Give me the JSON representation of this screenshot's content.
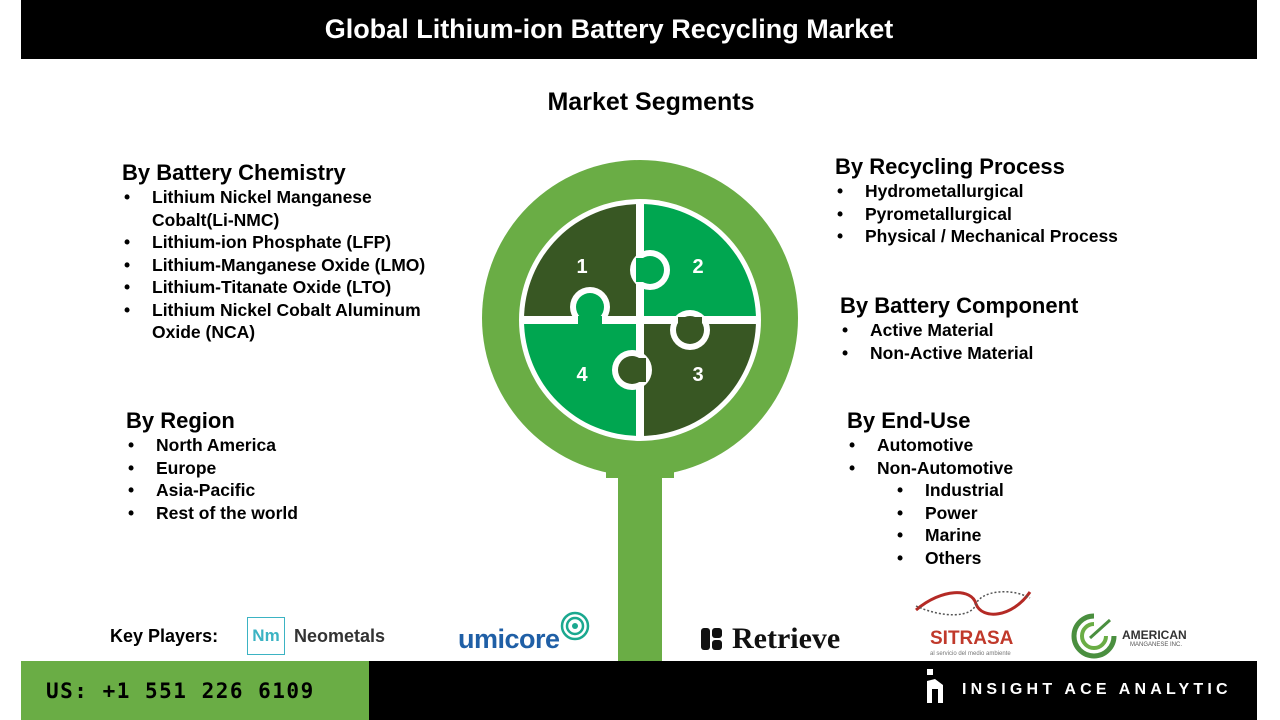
{
  "header": {
    "title": "Global Lithium-ion Battery Recycling Market"
  },
  "subtitle": "Market Segments",
  "puzzle": {
    "pieces": [
      "1",
      "2",
      "3",
      "4"
    ]
  },
  "segments": {
    "chemistry": {
      "heading": "By Battery Chemistry",
      "items": [
        "Lithium Nickel Manganese",
        "Cobalt(Li-NMC)",
        "Lithium-ion Phosphate (LFP)",
        "Lithium-Manganese Oxide (LMO)",
        "Lithium-Titanate Oxide (LTO)",
        "Lithium Nickel Cobalt Aluminum",
        "Oxide (NCA)"
      ]
    },
    "region": {
      "heading": "By Region",
      "items": [
        "North America",
        "Europe",
        "Asia-Pacific",
        "Rest of the world"
      ]
    },
    "process": {
      "heading": "By Recycling Process",
      "items": [
        "Hydrometallurgical",
        "Pyrometallurgical",
        "Physical / Mechanical Process"
      ]
    },
    "component": {
      "heading": "By Battery Component",
      "items": [
        "Active Material",
        "Non-Active Material"
      ]
    },
    "enduse": {
      "heading": "By End-Use",
      "items": [
        "Automotive",
        "Non-Automotive"
      ],
      "subitems": [
        "Industrial",
        "Power",
        "Marine",
        "Others"
      ]
    }
  },
  "players": {
    "label": "Key Players:",
    "neometals_mark": "Nm",
    "neometals": "Neometals",
    "umicore": "umicore",
    "retrieve": "Retrieve",
    "sitrasa": "SITRASA",
    "sitrasa_tagline": "al servicio del medio ambiente",
    "american_manganese": "AMERICAN",
    "american_manganese_sub": "MANGANESE INC."
  },
  "footer": {
    "phone": "US: +1 551 226 6109",
    "brand": "INSIGHT ACE ANALYTIC"
  },
  "colors": {
    "light_green": "#6aad45",
    "bright_green": "#00a650",
    "dark_green": "#385723",
    "black": "#000000"
  }
}
